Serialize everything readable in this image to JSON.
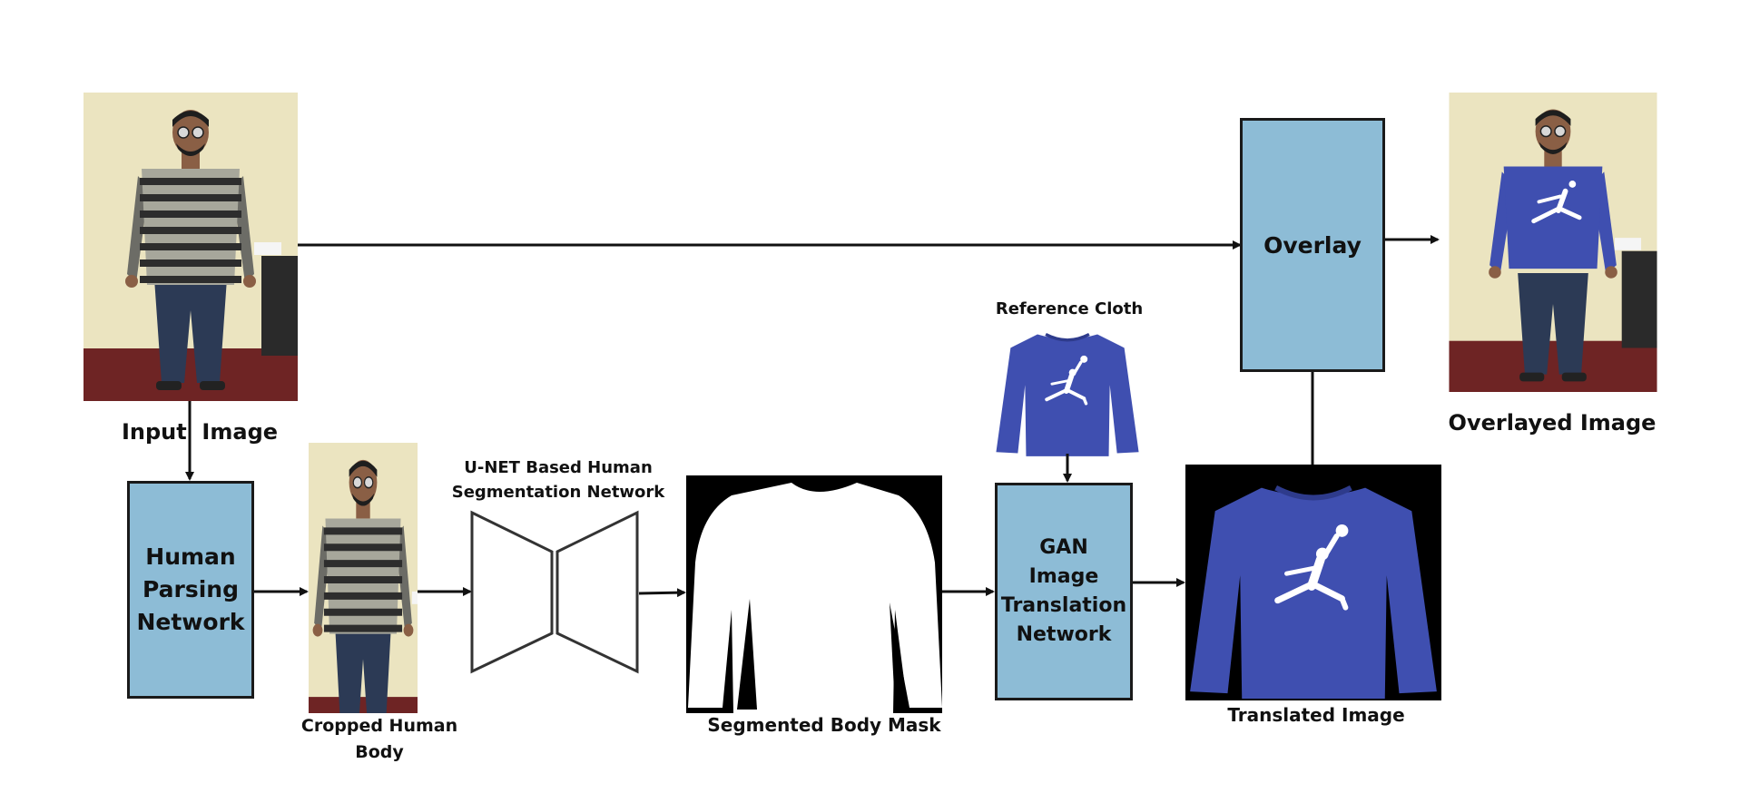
{
  "labels": {
    "input_image": "Input  Image",
    "cropped_body": "Cropped Human\nBody",
    "unet": "U-NET Based Human\nSegmentation Network",
    "segmented_mask": "Segmented Body Mask",
    "reference_cloth": "Reference Cloth",
    "translated_image": "Translated Image",
    "overlayed_image": "Overlayed Image"
  },
  "boxes": {
    "human_parsing": "Human\nParsing\nNetwork",
    "gan": "GAN\nImage\nTranslation\nNetwork",
    "overlay": "Overlay"
  },
  "colors": {
    "box_fill": "#8dbcd6",
    "sweater": "#3f4fb0",
    "wall": "#e9e2bd",
    "floor": "#6e2424"
  }
}
